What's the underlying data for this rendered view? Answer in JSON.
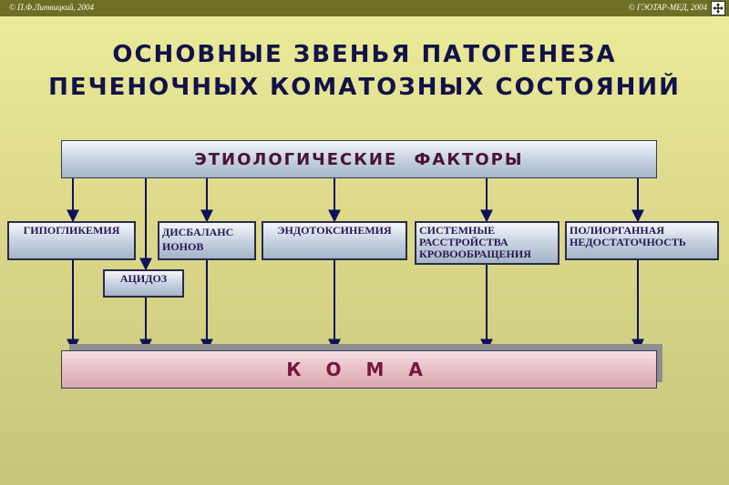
{
  "header": {
    "copyright_left": "© П.Ф.Литвицкий, 2004",
    "copyright_right": "© ГЭОТАР-МЕД, 2004",
    "nav_icon": "move-cross-icon"
  },
  "title": {
    "line1": "ОСНОВНЫЕ  ЗВЕНЬЯ  ПАТОГЕНЕЗА",
    "line2": "ПЕЧЕНОЧНЫХ  КОМАТОЗНЫХ  СОСТОЯНИЙ"
  },
  "diagram": {
    "source": "ЭТИОЛОГИЧЕСКИЕ   ФАКТОРЫ",
    "mechanisms": [
      {
        "id": "hypoglycemia",
        "label": "ГИПОГЛИКЕМИЯ"
      },
      {
        "id": "acidosis",
        "label": "АЦИДОЗ"
      },
      {
        "id": "ion-imbalance",
        "line1": "ДИСБАЛАНС",
        "line2": "ИОНОВ"
      },
      {
        "id": "endotoxinemia",
        "label": "ЭНДОТОКСИНЕМИЯ"
      },
      {
        "id": "circulation",
        "line1": "СИСТЕМНЫЕ",
        "line2": "РАССТРОЙСТВА",
        "line3": "КРОВООБРАЩЕНИЯ"
      },
      {
        "id": "organ-failure",
        "line1": "ПОЛИОРГАННАЯ",
        "line2": "НЕДОСТАТОЧНОСТЬ"
      }
    ],
    "target": "К О М А",
    "colors": {
      "arrow": "#10105a",
      "title": "#12124a",
      "coma_text": "#7a1440"
    }
  }
}
